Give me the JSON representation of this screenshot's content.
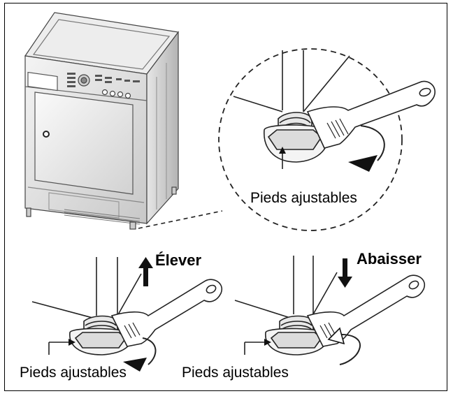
{
  "labels": {
    "zoom_feet": "Pieds ajustables",
    "raise": "Élever",
    "lower": "Abaisser",
    "left_feet": "Pieds ajustables",
    "right_feet": "Pieds ajustables"
  },
  "icons": [
    "dryer-illustration",
    "wrench-icon",
    "rotation-arrow-icon",
    "up-arrow-icon",
    "down-arrow-icon"
  ]
}
